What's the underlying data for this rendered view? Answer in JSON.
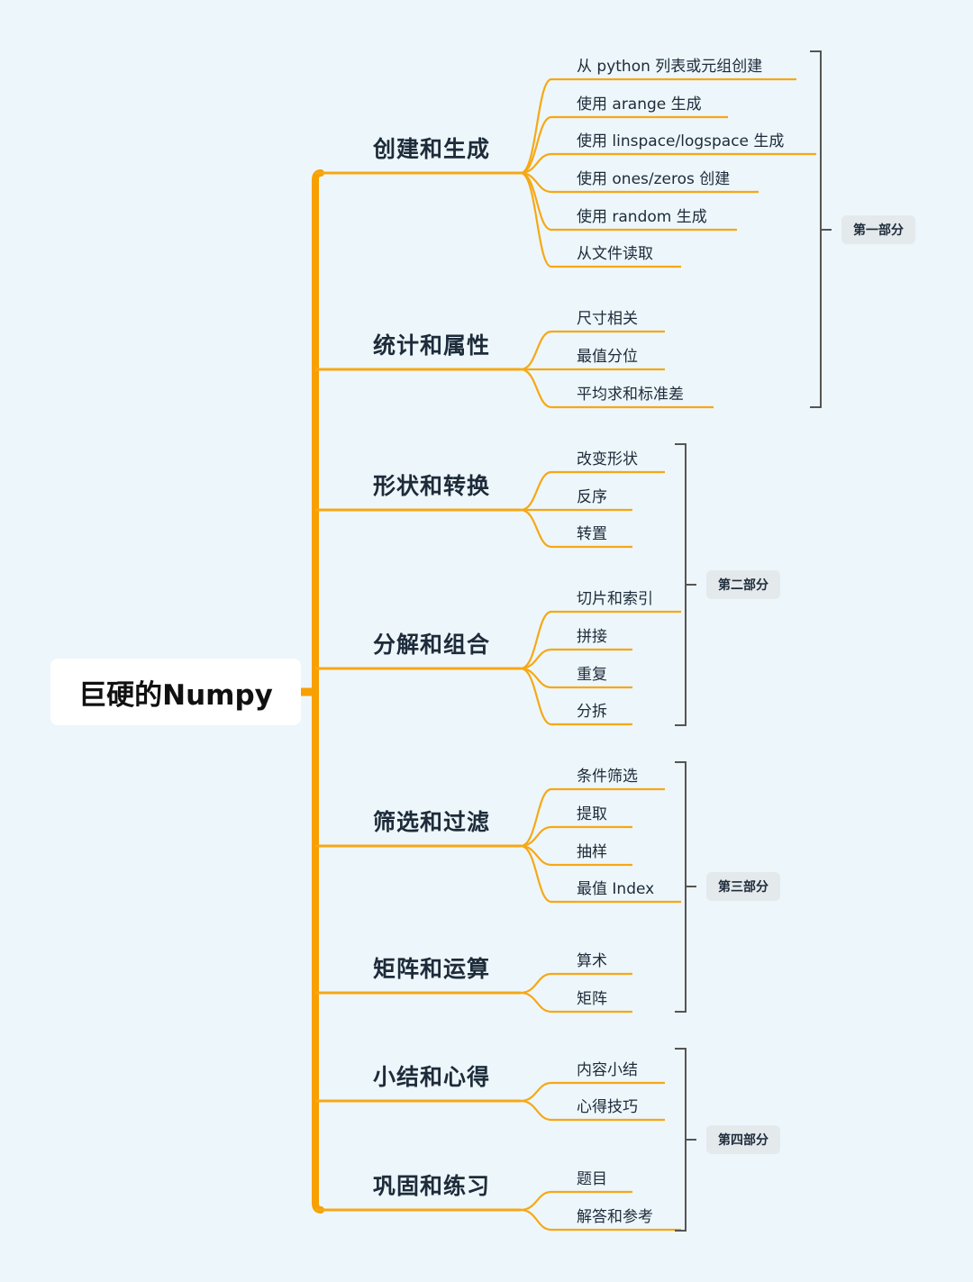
{
  "colors": {
    "background": "#edf6fa",
    "trunk": "#f7a000",
    "branch": "#f6a815",
    "bracket": "#555555",
    "badge": "#e4e9ec"
  },
  "root": {
    "label": "巨硬的Numpy"
  },
  "branches": [
    {
      "label": "创建和生成",
      "leaves": [
        "从 python 列表或元组创建",
        "使用 arange 生成",
        "使用 linspace/logspace 生成",
        "使用 ones/zeros 创建",
        "使用 random 生成",
        "从文件读取"
      ]
    },
    {
      "label": "统计和属性",
      "leaves": [
        "尺寸相关",
        "最值分位",
        "平均求和标准差"
      ]
    },
    {
      "label": "形状和转换",
      "leaves": [
        "改变形状",
        "反序",
        "转置"
      ]
    },
    {
      "label": "分解和组合",
      "leaves": [
        "切片和索引",
        "拼接",
        "重复",
        "分拆"
      ]
    },
    {
      "label": "筛选和过滤",
      "leaves": [
        "条件筛选",
        "提取",
        "抽样",
        "最值 Index"
      ]
    },
    {
      "label": "矩阵和运算",
      "leaves": [
        "算术",
        "矩阵"
      ]
    },
    {
      "label": "小结和心得",
      "leaves": [
        "内容小结",
        "心得技巧"
      ]
    },
    {
      "label": "巩固和练习",
      "leaves": [
        "题目",
        "解答和参考"
      ]
    }
  ],
  "parts": [
    {
      "label": "第一部分"
    },
    {
      "label": "第二部分"
    },
    {
      "label": "第三部分"
    },
    {
      "label": "第四部分"
    }
  ]
}
